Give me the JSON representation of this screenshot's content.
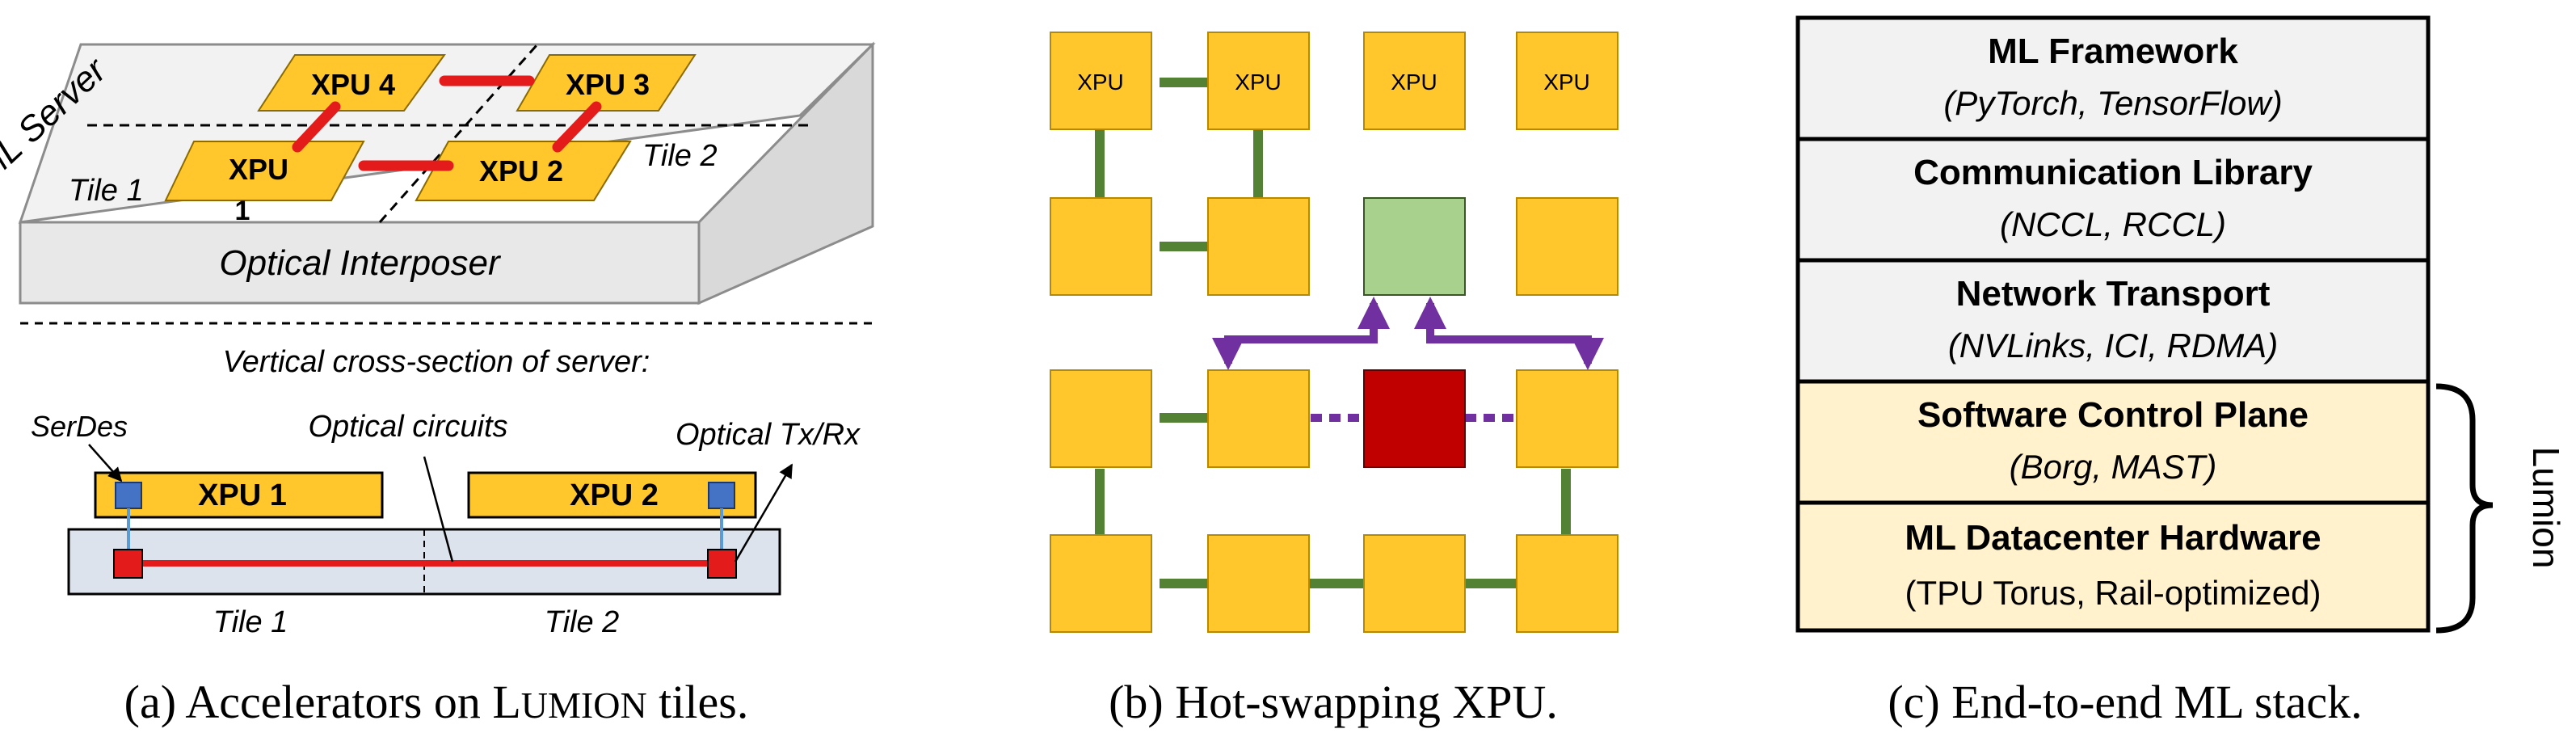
{
  "panel_a": {
    "server_label": "ML Server",
    "tile1_label": "Tile 1",
    "tile2_label": "Tile 2",
    "xpu_top_left": "XPU",
    "xpu_top_left_sub": "1",
    "xpu2": "XPU 2",
    "xpu3": "XPU 3",
    "xpu4": "XPU 4",
    "interposer_label": "Optical Interposer",
    "section_title": "Vertical cross-section of server:",
    "serdes_label": "SerDes",
    "circuits_label": "Optical circuits",
    "txrx_label": "Optical Tx/Rx",
    "cs_xpu1": "XPU 1",
    "cs_xpu2": "XPU 2",
    "cs_tile1": "Tile 1",
    "cs_tile2": "Tile 2",
    "caption_prefix": "(a) Accelerators on ",
    "caption_brand_first": "L",
    "caption_brand_rest": "UMION",
    "caption_suffix": " tiles."
  },
  "panel_b": {
    "xpu_label": "XPU",
    "caption": "(b) Hot-swapping XPU."
  },
  "panel_c": {
    "layers": [
      {
        "title": "ML Framework",
        "subtitle": "(PyTorch, TensorFlow)"
      },
      {
        "title": "Communication Library",
        "subtitle": "(NCCL, RCCL)"
      },
      {
        "title": "Network Transport",
        "subtitle": "(NVLinks, ICI, RDMA)"
      },
      {
        "title": "Software Control Plane",
        "subtitle": "(Borg, MAST)"
      },
      {
        "title": "ML Datacenter Hardware",
        "subtitle": "(TPU Torus, Rail-optimized)"
      }
    ],
    "bracket_label": "Lumion",
    "caption": "(c) End-to-end ML stack."
  },
  "colors": {
    "xpu_yellow": "#FFC72C",
    "link_red": "#E41B1B",
    "link_green": "#548235",
    "spare_green": "#A9D18E",
    "failed_red": "#C00000",
    "swap_purple": "#7030A0",
    "serdes_blue": "#4472C4",
    "stack_gray": "#F2F2F2",
    "stack_cream": "#FFF2CC"
  }
}
